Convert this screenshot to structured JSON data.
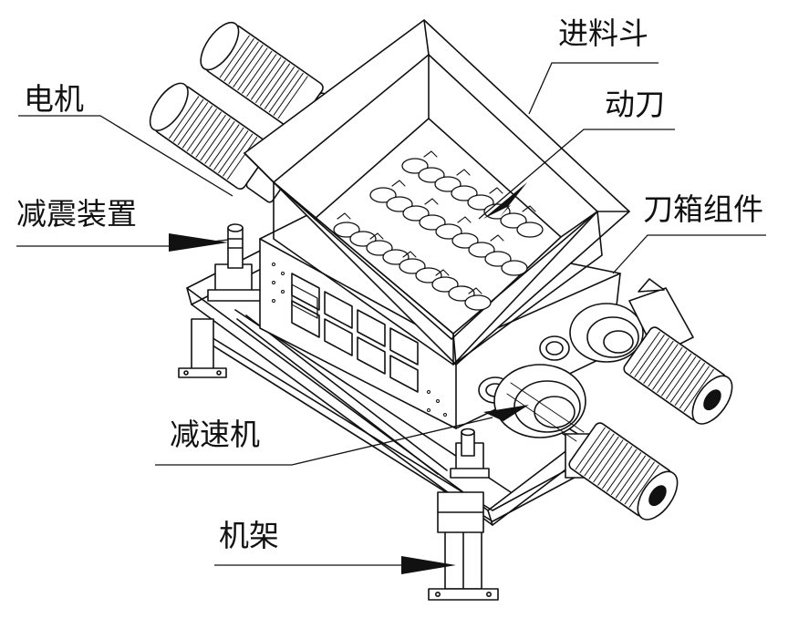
{
  "labels": {
    "hopper": "进料斗",
    "motor": "电机",
    "moving_blade": "动刀",
    "damper": "减震装置",
    "blade_box": "刀箱组件",
    "reducer": "减速机",
    "frame": "机架"
  },
  "colors": {
    "line": "#111111",
    "background": "#ffffff"
  }
}
